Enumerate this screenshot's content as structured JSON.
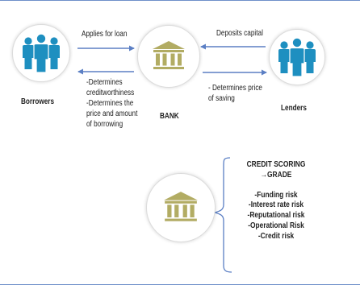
{
  "nodes": {
    "borrowers": {
      "label": "Borrowers",
      "icon": "people-group-icon",
      "color": "#1e8fc0"
    },
    "bank": {
      "label": "BANK",
      "icon": "bank-icon",
      "color": "#b2ac63"
    },
    "lenders": {
      "label": "Lenders",
      "icon": "people-group-icon",
      "color": "#1e8fc0"
    }
  },
  "flows": {
    "applies_for_loan": "Applies for loan",
    "deposits_capital": "Deposits capital",
    "bank_to_borrowers": "-Determines\ncreditworthiness\n-Determines the\nprice and amount\nof borrowing",
    "bank_to_lenders": "- Determines price\nof saving"
  },
  "credit_scoring": {
    "title_line1": "CREDIT SCORING",
    "title_line2": "→GRADE",
    "risks": [
      "-Funding risk",
      "-Interest rate risk",
      "-Reputational risk",
      "-Operational Risk",
      "-Credit risk"
    ]
  },
  "colors": {
    "arrow": "#5b7fc4",
    "frame": "#6f8fc9"
  }
}
